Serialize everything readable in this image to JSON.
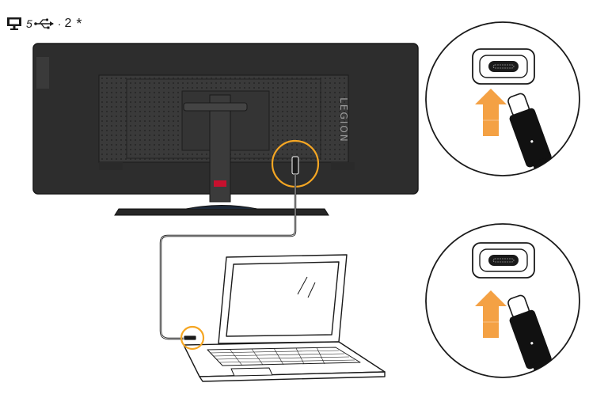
{
  "legend": {
    "monitor_icon": "monitor-icon",
    "usb_number": "5",
    "usb_icon": "usb-trident-icon",
    "separator": "·",
    "quantity": "2",
    "asterisk": "*"
  },
  "monitor": {
    "brand_text": "LEGION",
    "stand_accent_color": "#c8102e"
  },
  "colors": {
    "highlight_ring": "#f5a623",
    "insert_arrow": "#f39c3a",
    "bezel": "#2b2b2b",
    "cable": "#111111"
  },
  "zoom_views": [
    {
      "id": "top",
      "connector": "usb-type-c-port",
      "plug": "usb-type-c-plug",
      "arrow": "insert-arrow-up"
    },
    {
      "id": "bottom",
      "connector": "usb-type-c-port",
      "plug": "usb-type-c-plug",
      "arrow": "insert-arrow-up"
    }
  ]
}
